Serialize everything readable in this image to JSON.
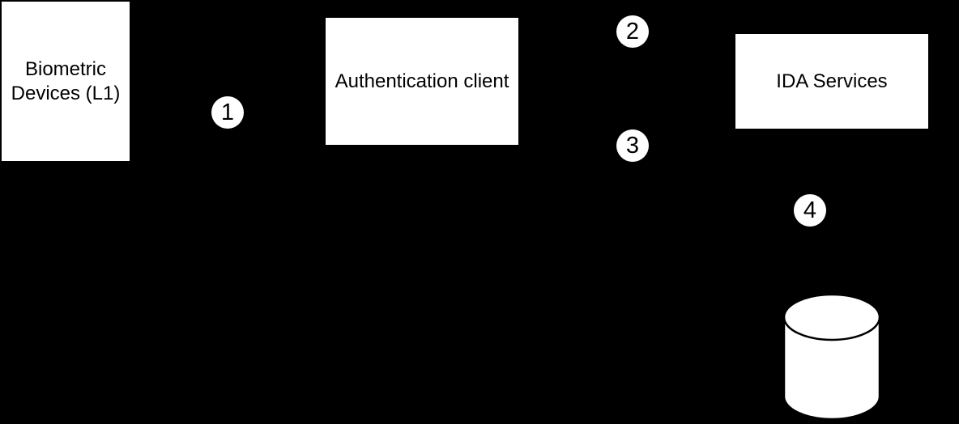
{
  "diagram": {
    "type": "flow-diagram",
    "nodes": [
      {
        "id": "biometric-devices",
        "label": "Biometric Devices (L1)"
      },
      {
        "id": "authentication-client",
        "label": "Authentication client"
      },
      {
        "id": "ida-services",
        "label": "IDA Services"
      }
    ],
    "steps": [
      {
        "label": "1"
      },
      {
        "label": "2"
      },
      {
        "label": "3"
      },
      {
        "label": "4"
      }
    ],
    "icons": [
      {
        "name": "database-cylinder-icon",
        "shape": "cylinder"
      }
    ],
    "colors": {
      "background": "#000000",
      "node_fill": "#ffffff",
      "node_text": "#000000",
      "step_fill": "#ffffff",
      "step_text": "#000000",
      "cylinder_fill": "#ffffff",
      "cylinder_stroke": "#000000"
    }
  }
}
